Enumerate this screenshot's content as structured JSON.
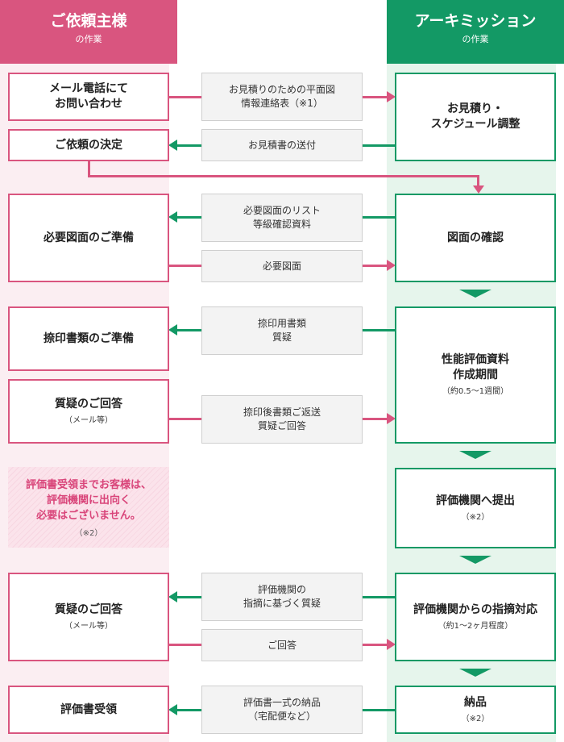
{
  "header": {
    "client": {
      "title": "ご依頼主様",
      "sub": "の作業"
    },
    "archimission": {
      "title": "アーキミッション",
      "sub": "の作業"
    }
  },
  "client_steps": [
    {
      "label": "メール電話にて\nお問い合わせ",
      "sub": ""
    },
    {
      "label": "ご依頼の決定",
      "sub": ""
    },
    {
      "label": "必要図面のご準備",
      "sub": ""
    },
    {
      "label": "捺印書類のご準備",
      "sub": ""
    },
    {
      "label": "質疑のご回答",
      "sub": "（メール等）"
    },
    {
      "label": "質疑のご回答",
      "sub": "（メール等）"
    },
    {
      "label": "評価書受領",
      "sub": ""
    }
  ],
  "note": {
    "text": "評価書受領までお客様は、\n評価機関に出向く\n必要はございません。",
    "sub": "（※2）"
  },
  "messages": [
    {
      "text": "お見積りのための平面図\n情報連絡表（※1）"
    },
    {
      "text": "お見積書の送付"
    },
    {
      "text": "必要図面のリスト\n等級確認資料"
    },
    {
      "text": "必要図面"
    },
    {
      "text": "捺印用書類\n質疑"
    },
    {
      "text": "捺印後書類ご返送\n質疑ご回答"
    },
    {
      "text": "評価機関の\n指摘に基づく質疑"
    },
    {
      "text": "ご回答"
    },
    {
      "text": "評価書一式の納品\n（宅配便など）"
    }
  ],
  "arch_steps": [
    {
      "label": "お見積り・\nスケジュール調整",
      "sub": ""
    },
    {
      "label": "図面の確認",
      "sub": ""
    },
    {
      "label": "性能評価資料\n作成期間",
      "sub": "（約0.5〜1週間）"
    },
    {
      "label": "評価機関へ提出",
      "sub": "（※2）"
    },
    {
      "label": "評価機関からの指摘対応",
      "sub": "（約1〜2ヶ月程度）"
    },
    {
      "label": "納品",
      "sub": "（※2）"
    }
  ],
  "colors": {
    "client_accent": "#d9557f",
    "arch_accent": "#139965",
    "client_lane": "#fbeef2",
    "arch_lane": "#e6f5ec"
  }
}
